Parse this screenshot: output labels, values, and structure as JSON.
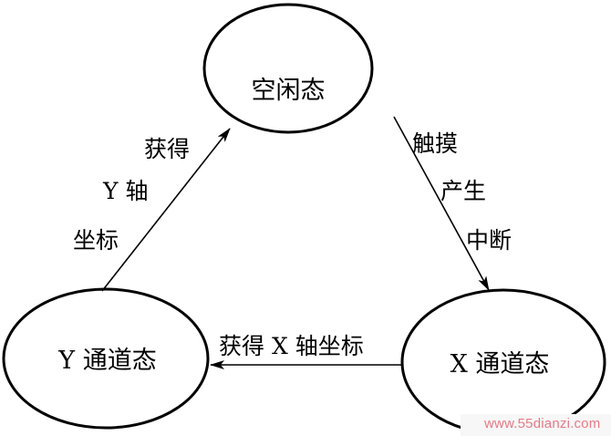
{
  "states": {
    "idle": "空闲态",
    "y_channel": "Y 通道态",
    "x_channel": "X 通道态"
  },
  "transitions": {
    "idle_to_x": [
      "触摸",
      "产生",
      "中断"
    ],
    "x_to_y": "获得 X 轴坐标",
    "y_to_idle": [
      "获得",
      "Y 轴",
      "坐标"
    ]
  },
  "watermark": "www.55dianzi.com",
  "colors": {
    "stroke": "#000000",
    "watermark_text": "#e87a86",
    "watermark_bg": "#f7f7f7"
  }
}
